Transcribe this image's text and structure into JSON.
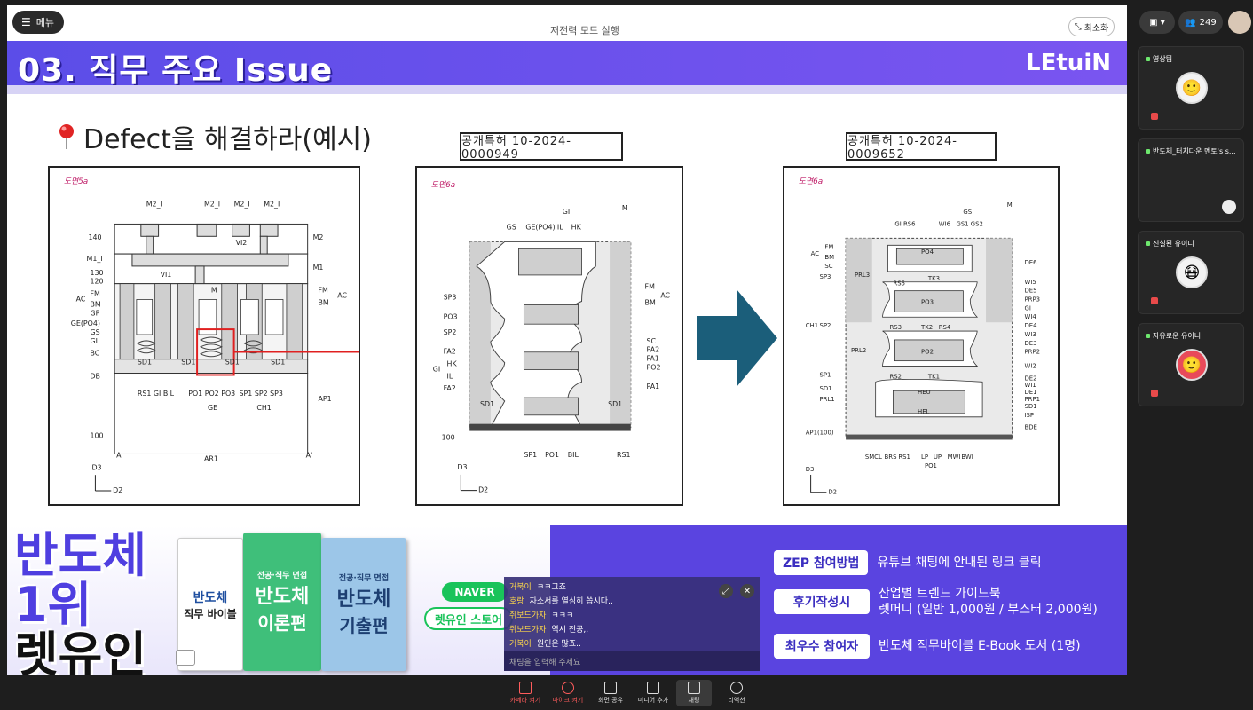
{
  "app": {
    "menu_label": "메뉴",
    "minimize_label": "최소화",
    "window_title": "저전력 모드 실행"
  },
  "slide": {
    "header_title": "03. 직무 주요 Issue",
    "logo": "LEtuiN",
    "subtitle": "Defect을 해결하라(예시)",
    "patent1": "공개특허 10-2024-0000949",
    "patent2": "공개특허 10-2024-0009652",
    "fig1_tag": "도면5a",
    "fig2_tag": "도면6a",
    "fig3_tag": "도면6a",
    "fig1_labels": [
      "M2_I",
      "M2_I",
      "M2_I",
      "M2_I",
      "140",
      "M2",
      "VI2",
      "M1_I",
      "M1",
      "130",
      "120",
      "VI1",
      "M",
      "AC",
      "FM",
      "BM",
      "GP",
      "GE(PO4)",
      "GS",
      "GI",
      "BC",
      "DB",
      "SD1",
      "SD1",
      "SD1",
      "SD1",
      "RS1",
      "GI",
      "BIL",
      "PO1",
      "PO2",
      "PO3",
      "SP1",
      "SP2",
      "SP3",
      "GE",
      "CH1",
      "AP1",
      "100",
      "A",
      "AR1",
      "A'",
      "D3",
      "D2",
      "FM",
      "AC",
      "BM"
    ],
    "fig2_labels": [
      "GI",
      "M",
      "GS",
      "GE(PO4)",
      "IL",
      "HK",
      "FM",
      "AC",
      "BM",
      "SP3",
      "PO3",
      "SP2",
      "FA2",
      "HK",
      "GI",
      "IL",
      "FA2",
      "SC",
      "PA2",
      "FA1",
      "PO2",
      "PA1",
      "SD1",
      "SD1",
      "100",
      "SP1",
      "PO1",
      "BIL",
      "RS1",
      "D3",
      "D2"
    ],
    "fig3_labels": [
      "GS",
      "M",
      "GI",
      "RS6",
      "WI6",
      "GS1",
      "GS2",
      "AC",
      "FM",
      "BM",
      "SC",
      "SP3",
      "PRL3",
      "DE6",
      "PO4",
      "TK3",
      "RS5",
      "WI5",
      "DE5",
      "PRP3",
      "GI",
      "PO3",
      "WI4",
      "DE4",
      "CH1",
      "SP2",
      "RS3",
      "TK2",
      "RS4",
      "WI3",
      "DE3",
      "PRL2",
      "PO2",
      "PRP2",
      "WI2",
      "SP1",
      "RS2",
      "TK1",
      "DE2",
      "SD1",
      "WI1",
      "PRL1",
      "HEU",
      "DE1",
      "PRP1",
      "HEL",
      "SD1",
      "ISP",
      "AP1(100)",
      "BDE",
      "SMCL",
      "BRS",
      "RS1",
      "LP",
      "UP",
      "MWI",
      "BWI",
      "PO1",
      "D3",
      "D2"
    ]
  },
  "banner": {
    "big_text_1": "반도체",
    "big_text_2": "1위",
    "big_text_3": "렛유인",
    "book1_title": "반도체",
    "book1_sub": "직무 바이블",
    "book2_title": "전공·직무 면접",
    "book2_big": "반도체",
    "book2_sub": "이론편",
    "book3_title": "전공·직무 면접",
    "book3_big": "반도체",
    "book3_sub": "기출편",
    "naver": "NAVER",
    "store": "렛유인 스토어",
    "rows": [
      {
        "tag": "ZEP 참여방법",
        "text": "유튜브 채팅에 안내된 링크 클릭"
      },
      {
        "tag": "후기작성시",
        "text": "산업별 트렌드 가이드북",
        "text2": "렛머니 (일반 1,000원 / 부스터 2,000원)"
      },
      {
        "tag": "최우수 참여자",
        "text": "반도체 직무바이블 E-Book 도서 (1명)"
      }
    ]
  },
  "chat": {
    "messages": [
      {
        "name": "거북이",
        "text": "ㅋㅋ그죠"
      },
      {
        "name": "호랑",
        "text": "자소서를 열심히 씁시다.."
      },
      {
        "name": "쥐보드가자",
        "text": "ㅋㅋㅋ"
      },
      {
        "name": "쥐보드가자",
        "text": "역시 전공,,"
      },
      {
        "name": "거북이",
        "text": "원인은 많죠.."
      }
    ],
    "placeholder": "채팅을 입력해 주세요"
  },
  "toolbar": {
    "camera": "카메라 켜기",
    "mic": "마이크 켜기",
    "share": "화면 공유",
    "media": "미디어 추가",
    "chat": "채팅",
    "reaction": "리액션"
  },
  "participants": {
    "count": "249",
    "tiles": [
      {
        "name": "영상팀"
      },
      {
        "name": "반도체_터치다운 멘토's s..."
      },
      {
        "name": "진실된 유이니"
      },
      {
        "name": "자유로운 유이니"
      }
    ]
  },
  "colors": {
    "header": "#5b4de8",
    "banner": "#5a44e0",
    "arrow": "#1b5e7a",
    "highlight": "#e02020"
  }
}
